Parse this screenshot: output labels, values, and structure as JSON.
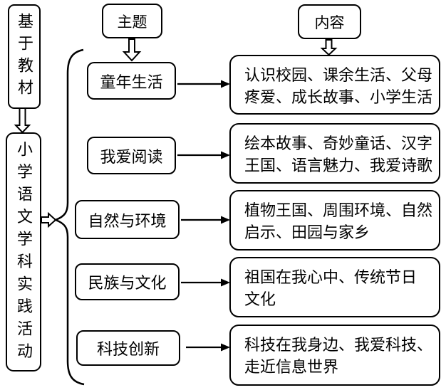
{
  "diagram": {
    "source_box": "基于教材",
    "root_box": "小学语文学科实践活动",
    "column_headers": {
      "theme": "主题",
      "content": "内容"
    },
    "rows": [
      {
        "theme": "童年生活",
        "content": "认识校园、课余生活、父母\n疼爱、成长故事、小学生活"
      },
      {
        "theme": "我爱阅读",
        "content": "绘本故事、奇妙童话、汉字\n王国、语言魅力、我爱诗歌"
      },
      {
        "theme": "自然与环境",
        "content": "植物王国、周围环境、自然\n启示、田园与家乡"
      },
      {
        "theme": "民族与文化",
        "content": "祖国在我心中、传统节日\n文化"
      },
      {
        "theme": "科技创新",
        "content": "科技在我身边、我爱科技、\n走近信息世界"
      }
    ],
    "colors": {
      "line": "#000000",
      "background": "#ffffff"
    }
  }
}
